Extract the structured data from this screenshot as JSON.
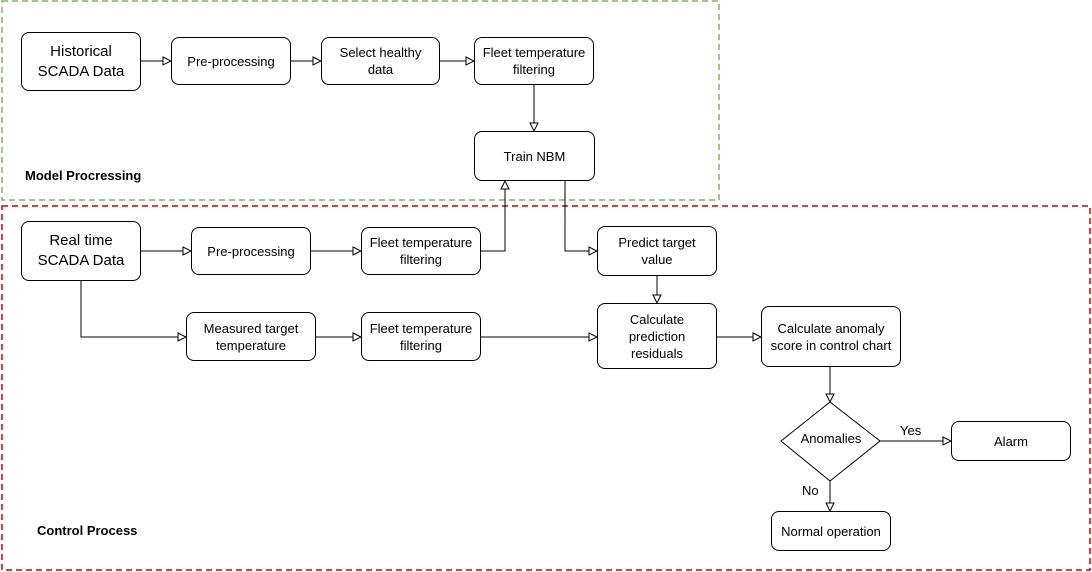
{
  "regions": {
    "model": {
      "label": "Model Procressing",
      "color": "#82b366"
    },
    "control": {
      "label": "Control Process",
      "color": "#cc0000"
    }
  },
  "nodes": {
    "historical_scada": "Historical\nSCADA Data",
    "preprocessing_1": "Pre-processing",
    "select_healthy": "Select healthy\ndata",
    "fleet_filter_1": "Fleet temperature\nfiltering",
    "train_nbm": "Train NBM",
    "realtime_scada": "Real time\nSCADA Data",
    "preprocessing_2": "Pre-processing",
    "fleet_filter_2": "Fleet temperature\nfiltering",
    "predict_target": "Predict target\nvalue",
    "measured_target": "Measured target\ntemperature",
    "fleet_filter_3": "Fleet temperature\nfiltering",
    "calc_residuals": "Calculate\nprediction\nresiduals",
    "calc_anomaly": "Calculate anomaly\nscore in control chart",
    "anomalies": "Anomalies",
    "alarm": "Alarm",
    "normal_operation": "Normal operation"
  },
  "edge_labels": {
    "yes": "Yes",
    "no": "No"
  }
}
